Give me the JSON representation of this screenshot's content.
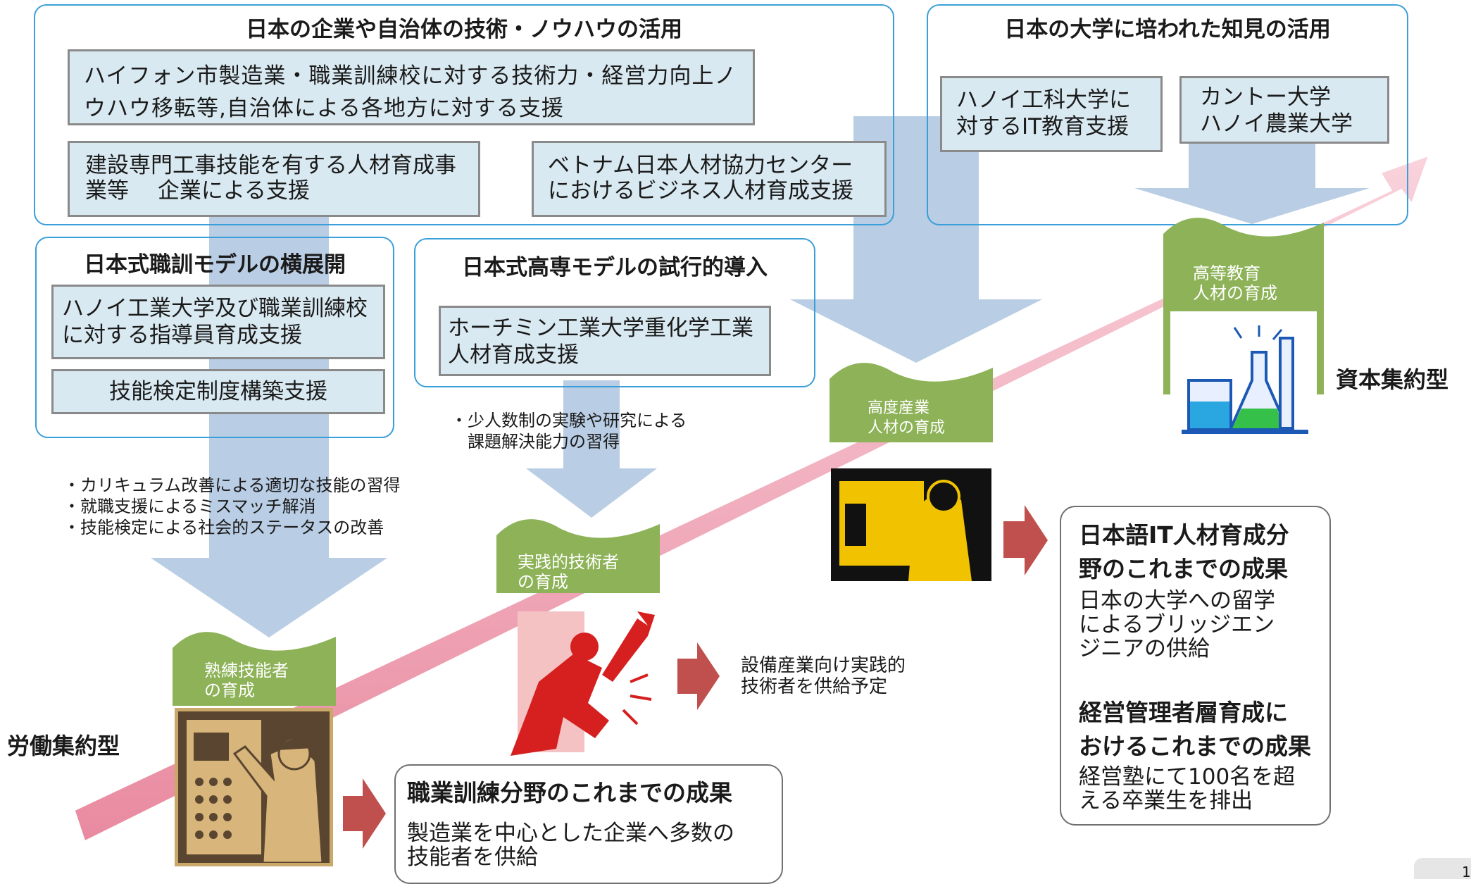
{
  "top_left_group": {
    "title": "日本の企業や自治体の技術・ノウハウの活用",
    "item_haiphong": "ハイフォン市製造業・職業訓練校に対する技術力・経営力向上ノウハウ移転等,自治体による各地方に対する支援",
    "item_construction": "建設専門工事技能を有する人材育成事業等　 企業による支援",
    "item_vjcc": "ベトナム日本人材協力センターにおけるビジネス人材育成支援"
  },
  "top_right_group": {
    "title": "日本の大学に培われた知見の活用",
    "item_hust": "ハノイ工科大学に対するIT教育支援",
    "item_can_tho": "カントー大学\nハノイ農業大学"
  },
  "vocational_group": {
    "title": "日本式職訓モデルの横展開",
    "item_instructor": "ハノイ工業大学及び職業訓練校に対する指導員育成支援",
    "item_certification": "技能検定制度構築支援"
  },
  "kosen_group": {
    "title": "日本式高専モデルの試行的導入",
    "item_hcmc": "ホーチミン工業大学重化学工業人材育成支援"
  },
  "notes": {
    "vocational": "・カリキュラム改善による適切な技能の習得\n・就職支援によるミスマッチ解消\n・技能検定による社会的ステータスの改善",
    "kosen": "・少人数制の実験や研究による\n　課題解決能力の習得"
  },
  "stages": {
    "skilled": "熟練技能者\nの育成",
    "practical": "実践的技術者\nの育成",
    "advanced_industry": "高度産業\n人材の育成",
    "higher_education": "高等教育\n人材の育成"
  },
  "outcomes": {
    "practical_supply": "設備産業向け実践的\n技術者を供給予定",
    "vocational_title": "職業訓練分野のこれまでの成果",
    "vocational_body": "製造業を中心とした企業へ多数の\n技能者を供給",
    "it_title": "日本語IT人材育成分\n野のこれまでの成果",
    "it_body": "日本の大学への留学\nによるブリッジエン\nジニアの供給",
    "management_title": "経営管理者層育成に\nおけるこれまでの成果",
    "management_body": "経営塾にて100名を超\nえる卒業生を排出"
  },
  "axis_labels": {
    "labor_intensive": "労働集約型",
    "capital_intensive": "資本集約型"
  },
  "page_number": "1",
  "colors": {
    "frame_border": "#3a9fd8",
    "box_fill": "#d9e9f1",
    "stage_green": "#8db257",
    "flow_arrow": "#b9cde4",
    "main_arrow": "#f0a5b5",
    "result_arrow": "#c0504d"
  },
  "icons": {
    "skilled": "factory-worker-icon",
    "practical": "mechanic-wrench-icon",
    "advanced_industry": "engineer-computer-icon",
    "higher_education": "lab-flask-icon"
  }
}
